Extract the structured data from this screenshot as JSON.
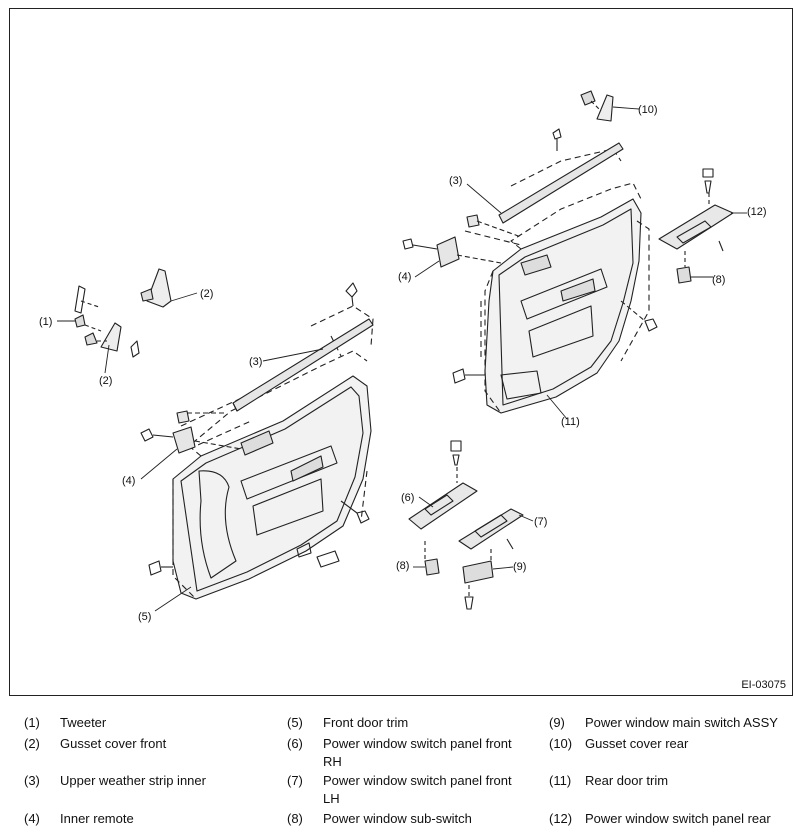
{
  "figure_id": "EI-03075",
  "callouts": {
    "c1": "(1)",
    "c2a": "(2)",
    "c2b": "(2)",
    "c3a": "(3)",
    "c3b": "(3)",
    "c4a": "(4)",
    "c4b": "(4)",
    "c5": "(5)",
    "c6": "(6)",
    "c7": "(7)",
    "c8a": "(8)",
    "c8b": "(8)",
    "c9": "(9)",
    "c10": "(10)",
    "c11": "(11)",
    "c12": "(12)"
  },
  "legend": [
    {
      "num": "(1)",
      "label": "Tweeter"
    },
    {
      "num": "(2)",
      "label": "Gusset cover front"
    },
    {
      "num": "(3)",
      "label": "Upper weather strip inner"
    },
    {
      "num": "(4)",
      "label": "Inner remote"
    },
    {
      "num": "(5)",
      "label": "Front door trim"
    },
    {
      "num": "(6)",
      "label": "Power window switch panel front RH"
    },
    {
      "num": "(7)",
      "label": "Power window switch panel front LH"
    },
    {
      "num": "(8)",
      "label": "Power window sub-switch"
    },
    {
      "num": "(9)",
      "label": "Power window main switch ASSY"
    },
    {
      "num": "(10)",
      "label": "Gusset cover rear"
    },
    {
      "num": "(11)",
      "label": "Rear door trim"
    },
    {
      "num": "(12)",
      "label": "Power window switch panel rear"
    }
  ]
}
